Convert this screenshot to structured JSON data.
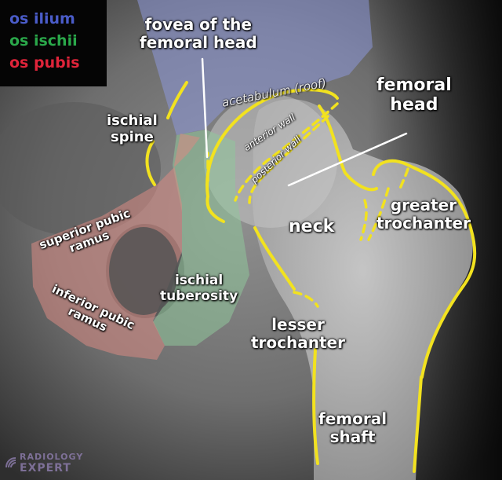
{
  "legend": {
    "ilium": {
      "label": "os ilium",
      "color": "#4a5cc9"
    },
    "ischii": {
      "label": "os ischii",
      "color": "#2aa84a"
    },
    "pubis": {
      "label": "os pubis",
      "color": "#e0243a"
    }
  },
  "labels": {
    "fovea": {
      "line1": "fovea of the",
      "line2": "femoral head"
    },
    "acetabulum_roof": "acetabulum (roof)",
    "anterior_wall": "anterior wall",
    "posterior_wall": "posterior wall",
    "femoral_head": {
      "line1": "femoral",
      "line2": "head"
    },
    "ischial_spine": {
      "line1": "ischial",
      "line2": "spine"
    },
    "neck": "neck",
    "greater_trochanter": {
      "line1": "greater",
      "line2": "trochanter"
    },
    "superior_pubic_ramus": {
      "line1": "superior pubic",
      "line2": "ramus"
    },
    "inferior_pubic_ramus": {
      "line1": "inferior pubic",
      "line2": "ramus"
    },
    "ischial_tuberosity": {
      "line1": "ischial",
      "line2": "tuberosity"
    },
    "lesser_trochanter": {
      "line1": "lesser",
      "line2": "trochanter"
    },
    "femoral_shaft": {
      "line1": "femoral",
      "line2": "shaft"
    }
  },
  "watermark": {
    "line1": "RADIOLOGY",
    "line2": "EXPERT"
  },
  "colors": {
    "outline": "#f2e21f",
    "pointer": "#ffffff",
    "overlay_ilium": "#8d97d8",
    "overlay_ischii": "#8fc79a",
    "overlay_pubis": "#d98a84"
  }
}
